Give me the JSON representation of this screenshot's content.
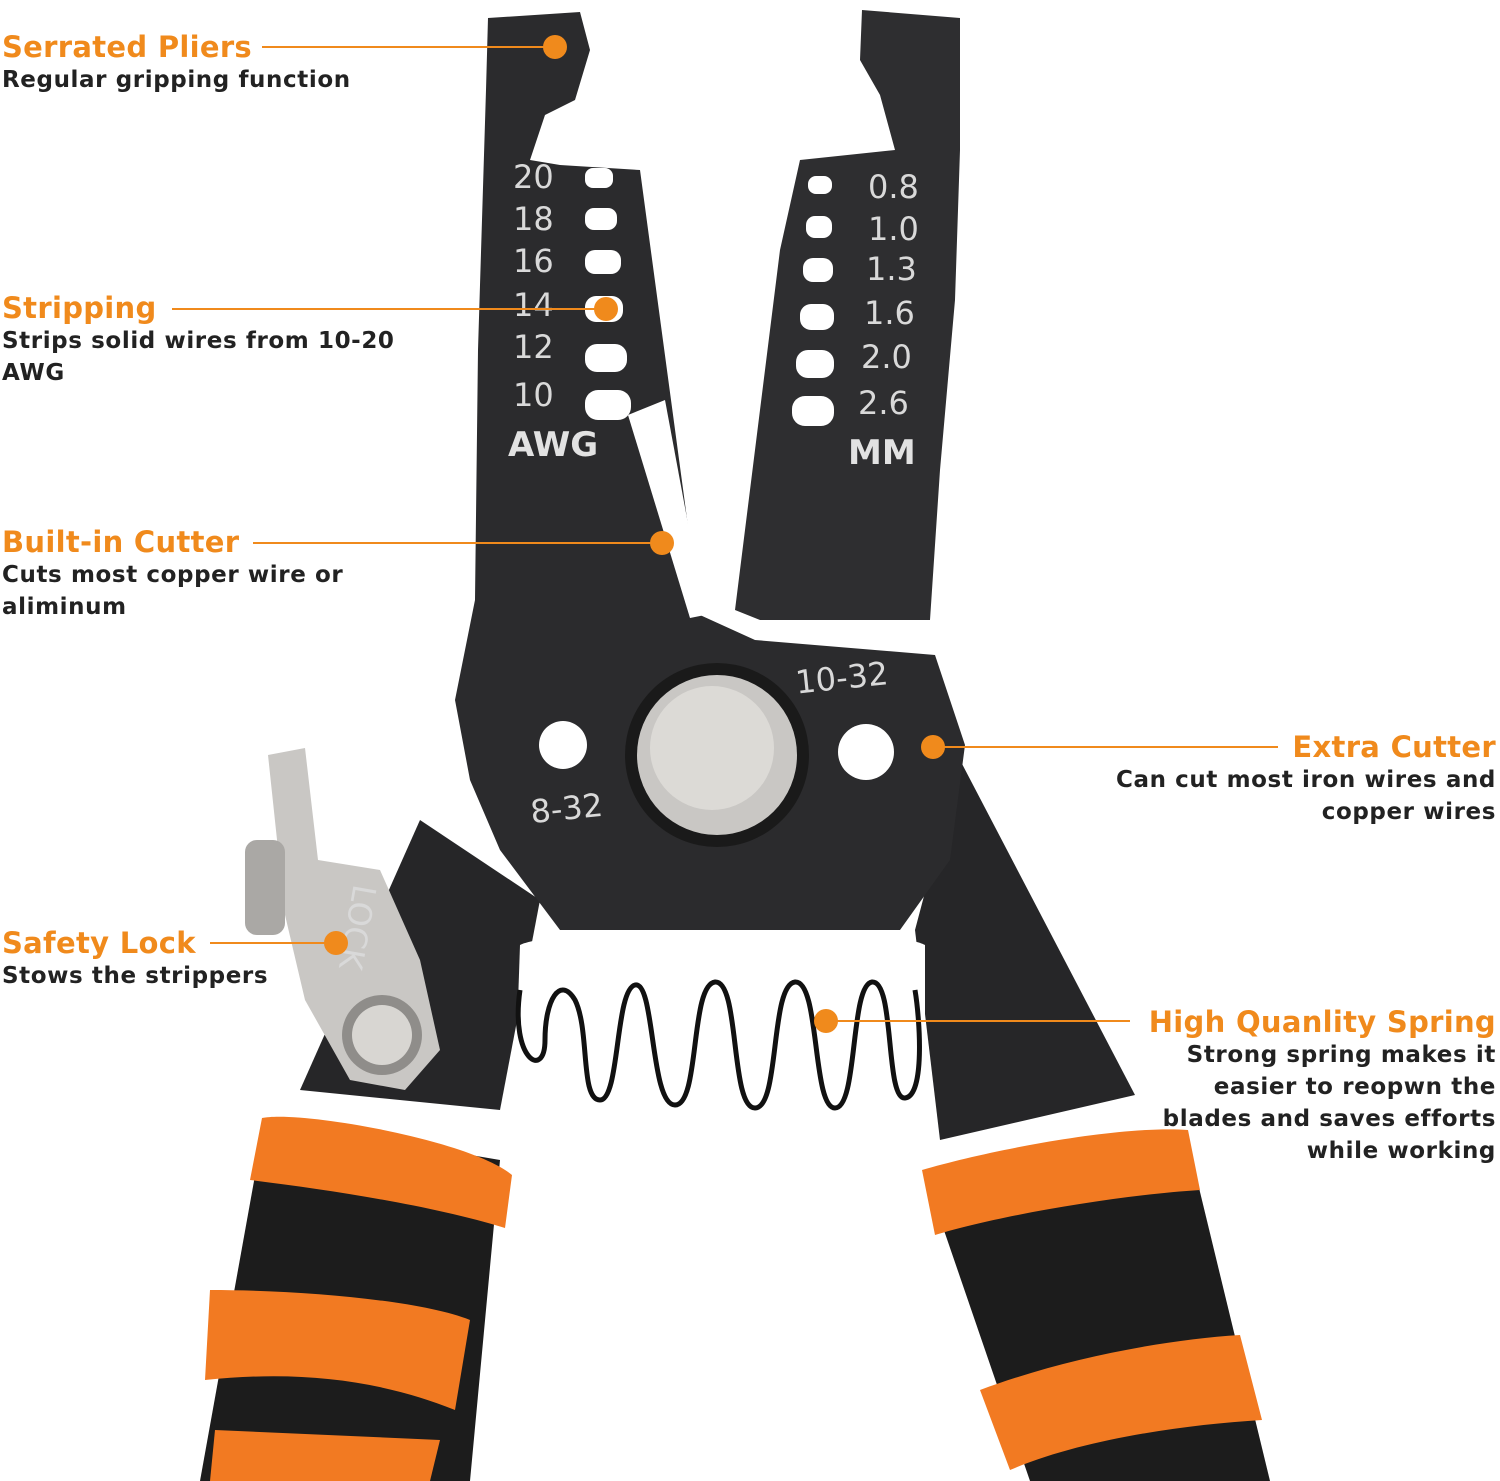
{
  "colors": {
    "accent": "#f08a1c",
    "tool_body": "#2b2b2d",
    "grip_orange": "#f27a22",
    "grip_black": "#1c1c1c",
    "metal": "#c9c7c4"
  },
  "callouts": {
    "serrated_pliers": {
      "title": "Serrated Pliers",
      "desc": "Regular gripping function"
    },
    "stripping": {
      "title": "Stripping",
      "desc": "Strips solid wires from 10-20 AWG"
    },
    "built_in_cutter": {
      "title": "Built-in Cutter",
      "desc": "Cuts most copper wire or aliminum"
    },
    "safety_lock": {
      "title": "Safety Lock",
      "desc": "Stows the strippers"
    },
    "extra_cutter": {
      "title": "Extra Cutter",
      "desc_line1": "Can cut most iron wires and",
      "desc_line2": "copper wires"
    },
    "spring": {
      "title": "High Quanlity Spring",
      "desc_line1": "Strong spring makes it",
      "desc_line2": "easier to reopwn the",
      "desc_line3": "blades and saves efforts",
      "desc_line4": "while working"
    }
  },
  "engravings": {
    "awg": [
      "20",
      "18",
      "16",
      "14",
      "12",
      "10"
    ],
    "awg_unit": "AWG",
    "mm": [
      "0.8",
      "1.0",
      "1.3",
      "1.6",
      "2.0",
      "2.6"
    ],
    "mm_unit": "MM",
    "hole_right": "10-32",
    "hole_left": "8-32",
    "lock": "LOCK"
  }
}
